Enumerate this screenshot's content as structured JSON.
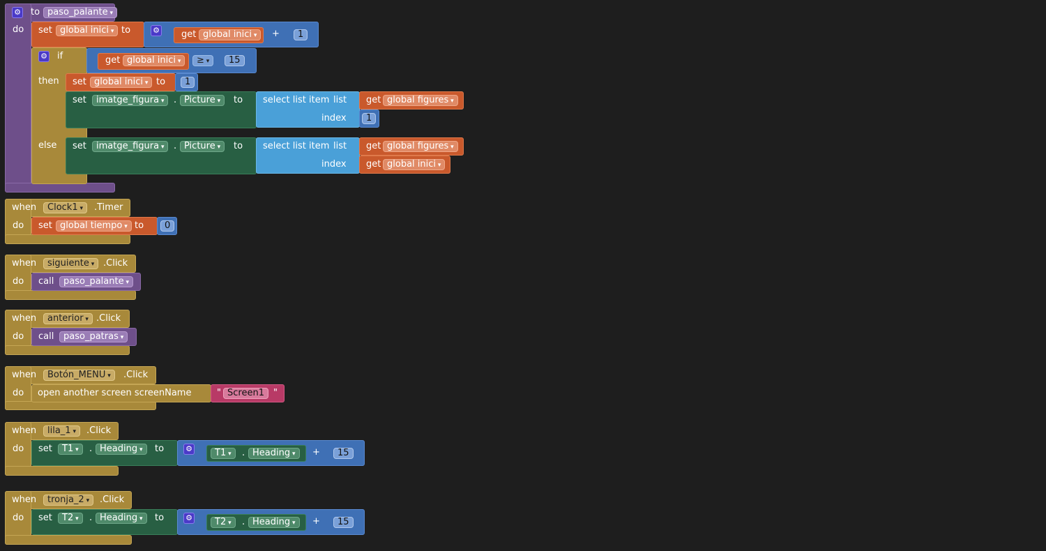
{
  "proc": {
    "kw_to": "to",
    "name": "paso_palante",
    "kw_do": "do",
    "set1": {
      "kw_set": "set",
      "var": "global inici",
      "kw_to": "to"
    },
    "get1": {
      "kw_get": "get",
      "var": "global inici"
    },
    "plus": "+",
    "one": "1",
    "if": {
      "kw_if": "if",
      "kw_then": "then",
      "kw_else": "else"
    },
    "get2": {
      "kw_get": "get",
      "var": "global inici"
    },
    "ge": "≥",
    "fifteen": "15",
    "set2": {
      "kw_set": "set",
      "var": "global inici",
      "kw_to": "to",
      "val": "1"
    },
    "setpic1": {
      "kw_set": "set",
      "comp": "imatge_figura",
      "dot": ".",
      "prop": "Picture",
      "kw_to": "to"
    },
    "select1": {
      "label": "select list item",
      "kw_list": "list",
      "kw_index": "index",
      "index_val": "1"
    },
    "getfig1": {
      "kw_get": "get",
      "var": "global figures"
    },
    "setpic2": {
      "kw_set": "set",
      "comp": "imatge_figura",
      "dot": ".",
      "prop": "Picture",
      "kw_to": "to"
    },
    "select2": {
      "label": "select list item",
      "kw_list": "list",
      "kw_index": "index"
    },
    "getfig2": {
      "kw_get": "get",
      "var": "global figures"
    },
    "getinici3": {
      "kw_get": "get",
      "var": "global inici"
    }
  },
  "clock": {
    "kw_when": "when",
    "comp": "Clock1",
    "event": ".Timer",
    "kw_do": "do",
    "kw_set": "set",
    "var": "global tiempo",
    "kw_to": "to",
    "val": "0"
  },
  "sig": {
    "kw_when": "when",
    "comp": "siguiente",
    "event": ".Click",
    "kw_do": "do",
    "kw_call": "call",
    "proc": "paso_palante"
  },
  "ant": {
    "kw_when": "when",
    "comp": "anterior",
    "event": ".Click",
    "kw_do": "do",
    "kw_call": "call",
    "proc": "paso_patras"
  },
  "menu": {
    "kw_when": "when",
    "comp": "Botón_MENU",
    "event": ".Click",
    "kw_do": "do",
    "open": "open another screen  screenName",
    "q1": "\"",
    "screen": "Screen1",
    "q2": "\""
  },
  "lila": {
    "kw_when": "when",
    "comp": "lila_1",
    "event": ".Click",
    "kw_do": "do",
    "kw_set": "set",
    "t": "T1",
    "dot": ".",
    "prop": "Heading",
    "kw_to": "to",
    "t2": "T1",
    "prop2": "Heading",
    "plus": "+",
    "val": "15"
  },
  "tronja": {
    "kw_when": "when",
    "comp": "tronja_2",
    "event": ".Click",
    "kw_do": "do",
    "kw_set": "set",
    "t": "T2",
    "dot": ".",
    "prop": "Heading",
    "kw_to": "to",
    "t2": "T2",
    "prop2": "Heading",
    "plus": "+",
    "val": "15"
  },
  "colors": {
    "background": "#1e1e1e",
    "procedure": "#6e4f8a",
    "variable": "#c9592c",
    "math": "#3f70b5",
    "control": "#a8893a",
    "component": "#285f43",
    "list": "#4aa0d8",
    "text": "#b83a66"
  },
  "icons": [
    "gear-icon"
  ]
}
